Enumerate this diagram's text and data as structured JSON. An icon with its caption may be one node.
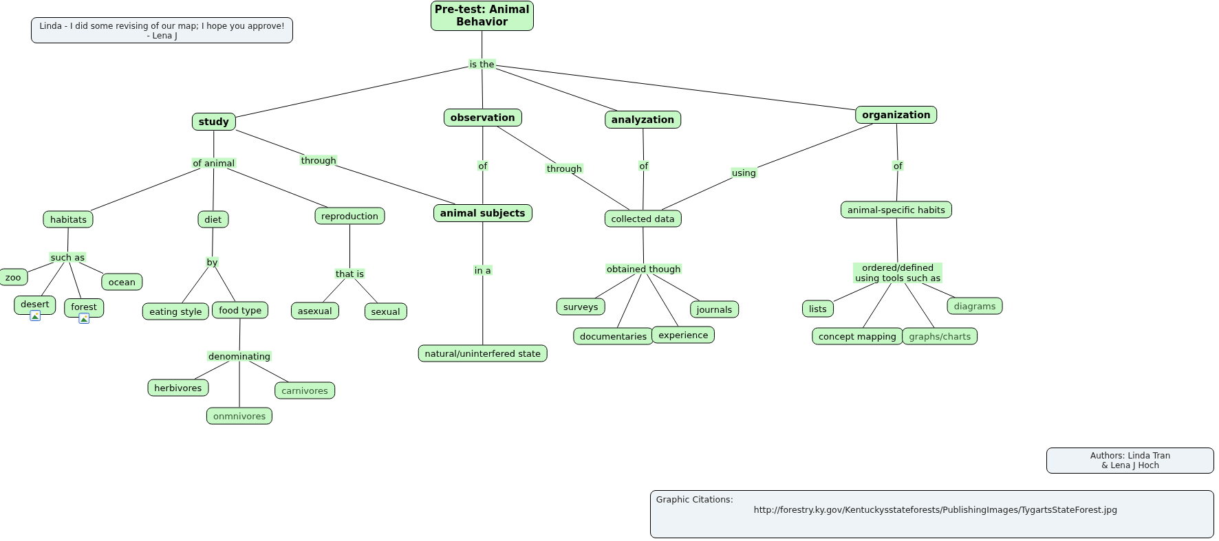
{
  "diagram": {
    "nodes": [
      {
        "text": [
          "Pre-test: Animal Behavior"
        ]
      },
      {
        "text": [
          "Linda - I did some revising of our map; I hope you approve!",
          "- Lena J"
        ]
      },
      {
        "text": [
          "is the"
        ]
      },
      {
        "text": [
          "study"
        ]
      },
      {
        "text": [
          "observation"
        ]
      },
      {
        "text": [
          "analyzation"
        ]
      },
      {
        "text": [
          "organization"
        ]
      },
      {
        "text": [
          "of animal"
        ]
      },
      {
        "text": [
          "through"
        ]
      },
      {
        "text": [
          "of"
        ]
      },
      {
        "text": [
          "through"
        ]
      },
      {
        "text": [
          "of"
        ]
      },
      {
        "text": [
          "using"
        ]
      },
      {
        "text": [
          "of"
        ]
      },
      {
        "text": [
          "habitats"
        ]
      },
      {
        "text": [
          "diet"
        ]
      },
      {
        "text": [
          "reproduction"
        ]
      },
      {
        "text": [
          "animal subjects"
        ]
      },
      {
        "text": [
          "collected data"
        ]
      },
      {
        "text": [
          "animal-specific habits"
        ]
      },
      {
        "text": [
          "such as"
        ]
      },
      {
        "text": [
          "by"
        ]
      },
      {
        "text": [
          "that is"
        ]
      },
      {
        "text": [
          "in a"
        ]
      },
      {
        "text": [
          "obtained though"
        ]
      },
      {
        "text": [
          "ordered/defined using tools such as"
        ]
      },
      {
        "text": [
          "zoo"
        ]
      },
      {
        "text": [
          "ocean"
        ]
      },
      {
        "text": [
          "desert"
        ]
      },
      {
        "text": [
          "forest"
        ]
      },
      {
        "text": [
          "eating style"
        ]
      },
      {
        "text": [
          "food type"
        ]
      },
      {
        "text": [
          "asexual"
        ]
      },
      {
        "text": [
          "sexual"
        ]
      },
      {
        "text": [
          "natural/uninterfered state"
        ]
      },
      {
        "text": [
          "surveys"
        ]
      },
      {
        "text": [
          "journals"
        ]
      },
      {
        "text": [
          "documentaries"
        ]
      },
      {
        "text": [
          "experience"
        ]
      },
      {
        "text": [
          "lists"
        ]
      },
      {
        "text": [
          "diagrams"
        ]
      },
      {
        "text": [
          "concept mapping"
        ]
      },
      {
        "text": [
          "graphs/charts"
        ]
      },
      {
        "text": [
          "denominating"
        ]
      },
      {
        "text": [
          "herbivores"
        ]
      },
      {
        "text": [
          "carnivores"
        ]
      },
      {
        "text": [
          "onmnivores"
        ]
      },
      {
        "text": [
          "Authors: Linda Tran & Lena J Hoch"
        ]
      },
      {
        "text": [
          "Graphic Citations:",
          "http://forestry.ky.gov/Kentuckysstateforests/PublishingImages/TygartsStateForest.jpg"
        ]
      }
    ],
    "edges": [
      {
        "from": 0,
        "to": 2,
        "arrow": "none"
      },
      {
        "from": 2,
        "to": 3,
        "arrow": "none"
      },
      {
        "from": 2,
        "to": 4,
        "arrow": "none"
      },
      {
        "from": 2,
        "to": 5,
        "arrow": "none"
      },
      {
        "from": 2,
        "to": 6,
        "arrow": "none"
      },
      {
        "from": 3,
        "to": 7,
        "arrow": "none"
      },
      {
        "from": 3,
        "to": 8,
        "arrow": "none"
      },
      {
        "from": 8,
        "to": 17,
        "arrow": "none"
      },
      {
        "from": 4,
        "to": 9,
        "arrow": "none"
      },
      {
        "from": 9,
        "to": 17,
        "arrow": "none"
      },
      {
        "from": 4,
        "to": 10,
        "arrow": "none"
      },
      {
        "from": 10,
        "to": 18,
        "arrow": "none"
      },
      {
        "from": 5,
        "to": 11,
        "arrow": "none"
      },
      {
        "from": 11,
        "to": 18,
        "arrow": "none"
      },
      {
        "from": 6,
        "to": 12,
        "arrow": "none"
      },
      {
        "from": 12,
        "to": 18,
        "arrow": "none"
      },
      {
        "from": 6,
        "to": 13,
        "arrow": "none"
      },
      {
        "from": 13,
        "to": 19,
        "arrow": "none"
      },
      {
        "from": 7,
        "to": 14,
        "arrow": "none"
      },
      {
        "from": 7,
        "to": 15,
        "arrow": "none"
      },
      {
        "from": 7,
        "to": 16,
        "arrow": "none"
      },
      {
        "from": 14,
        "to": 20,
        "arrow": "none"
      },
      {
        "from": 15,
        "to": 21,
        "arrow": "none"
      },
      {
        "from": 16,
        "to": 22,
        "arrow": "none"
      },
      {
        "from": 17,
        "to": 23,
        "arrow": "none"
      },
      {
        "from": 18,
        "to": 24,
        "arrow": "none"
      },
      {
        "from": 19,
        "to": 25,
        "arrow": "none"
      },
      {
        "from": 20,
        "to": 26,
        "arrow": "none"
      },
      {
        "from": 20,
        "to": 27,
        "arrow": "none"
      },
      {
        "from": 20,
        "to": 28,
        "arrow": "none"
      },
      {
        "from": 20,
        "to": 29,
        "arrow": "none"
      },
      {
        "from": 21,
        "to": 30,
        "arrow": "none"
      },
      {
        "from": 21,
        "to": 31,
        "arrow": "none"
      },
      {
        "from": 22,
        "to": 32,
        "arrow": "none"
      },
      {
        "from": 22,
        "to": 33,
        "arrow": "none"
      },
      {
        "from": 23,
        "to": 34,
        "arrow": "none"
      },
      {
        "from": 24,
        "to": 35,
        "arrow": "none"
      },
      {
        "from": 24,
        "to": 36,
        "arrow": "none"
      },
      {
        "from": 24,
        "to": 37,
        "arrow": "none"
      },
      {
        "from": 24,
        "to": 38,
        "arrow": "none"
      },
      {
        "from": 25,
        "to": 39,
        "arrow": "none"
      },
      {
        "from": 25,
        "to": 40,
        "arrow": "none"
      },
      {
        "from": 25,
        "to": 41,
        "arrow": "none"
      },
      {
        "from": 25,
        "to": 42,
        "arrow": "none"
      },
      {
        "from": 31,
        "to": 43,
        "arrow": "none"
      },
      {
        "from": 43,
        "to": 44,
        "arrow": "none"
      },
      {
        "from": 43,
        "to": 45,
        "arrow": "none"
      },
      {
        "from": 43,
        "to": 46,
        "arrow": "none"
      }
    ]
  }
}
